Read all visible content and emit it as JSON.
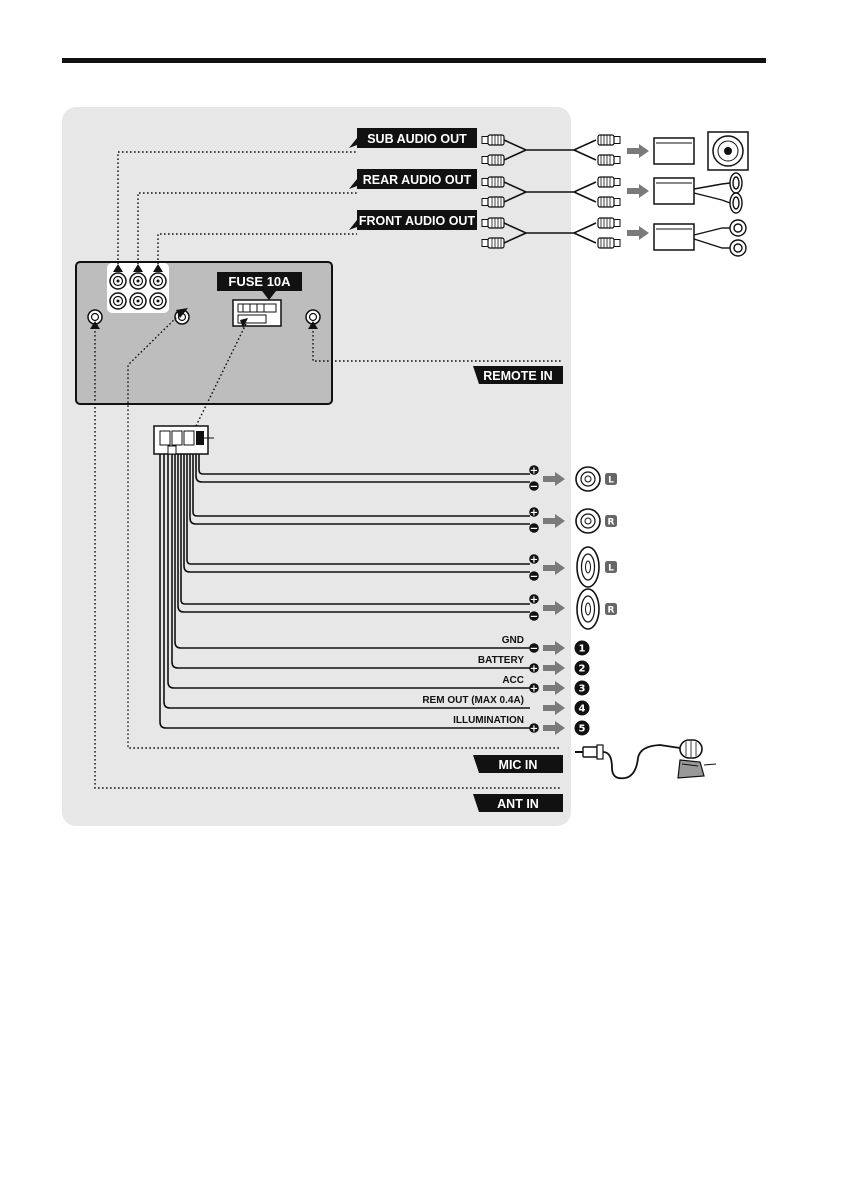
{
  "labels": {
    "sub_audio_out": "SUB AUDIO OUT",
    "rear_audio_out": "REAR AUDIO OUT",
    "front_audio_out": "FRONT AUDIO OUT",
    "fuse": "FUSE 10A",
    "remote_in": "REMOTE IN",
    "mic_in": "MIC IN",
    "ant_in": "ANT IN"
  },
  "speakers": [
    {
      "channel": "L",
      "plus": "+",
      "minus": "−"
    },
    {
      "channel": "R",
      "plus": "+",
      "minus": "−"
    },
    {
      "channel": "L",
      "plus": "+",
      "minus": "−"
    },
    {
      "channel": "R",
      "plus": "+",
      "minus": "−"
    }
  ],
  "power_wires": [
    {
      "label": "GND",
      "polarity": "−",
      "number": "1"
    },
    {
      "label": "BATTERY",
      "polarity": "+",
      "number": "2"
    },
    {
      "label": "ACC",
      "polarity": "+",
      "number": "3"
    },
    {
      "label": "REM OUT (MAX 0.4A)",
      "polarity": "",
      "number": "4"
    },
    {
      "label": "ILLUMINATION",
      "polarity": "+",
      "number": "5"
    }
  ],
  "colors": {
    "panel_bg": "#e7e7e7",
    "unit_bg": "#bdbdbd",
    "tag_bg": "#111111",
    "arrow": "#7a7a7a"
  }
}
